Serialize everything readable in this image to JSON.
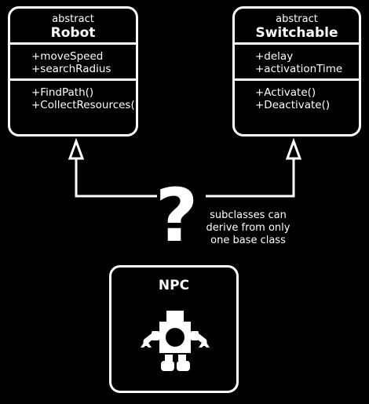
{
  "robot_class": {
    "stereotype": "abstract",
    "name": "Robot",
    "fields": [
      "+moveSpeed",
      "+searchRadius"
    ],
    "methods": [
      "+FindPath()",
      "+CollectResources()"
    ]
  },
  "switchable_class": {
    "stereotype": "abstract",
    "name": "Switchable",
    "fields": [
      "+delay",
      "+activationTime"
    ],
    "methods": [
      "+Activate()",
      "+Deactivate()"
    ]
  },
  "question": {
    "symbol": "?",
    "note_lines": [
      "subclasses can",
      "derive from only",
      "one base class"
    ]
  },
  "npc": {
    "title": "NPC",
    "icon": "robot-icon"
  },
  "colors": {
    "background": "#000000",
    "foreground": "#ffffff"
  }
}
